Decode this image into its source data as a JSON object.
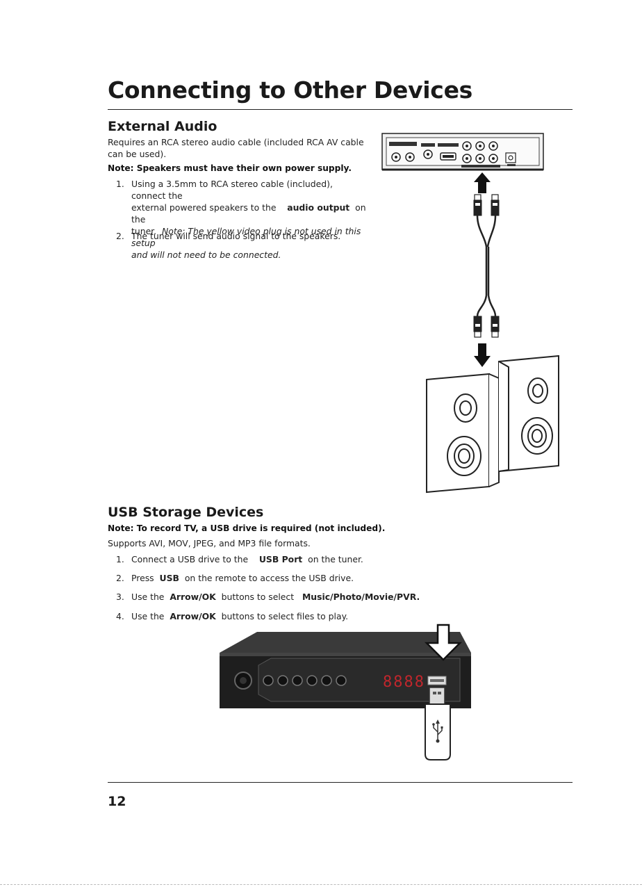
{
  "page": {
    "title": "Connecting to Other Devices",
    "number": "12"
  },
  "external_audio": {
    "heading": "External Audio",
    "intro": "Requires an RCA stereo audio cable (included RCA AV cable can be used).",
    "note": "Note: Speakers must have their own power supply.",
    "steps": [
      {
        "num": "1.",
        "line1": "Using a 3.5mm to RCA stereo cable (included), connect the",
        "line2_pre": "external powered speakers to the",
        "line2_bold": "audio output",
        "line2_post": "on the",
        "line3_pre": "tuner.",
        "line3_italic": "Note: The yellow video plug is not used in this setup",
        "line4_italic": "and will not need to be connected."
      },
      {
        "num": "2.",
        "text": "The tuner will send audio signal to the speakers."
      }
    ]
  },
  "usb_storage": {
    "heading": "USB Storage Devices",
    "note": "Note: To record TV, a USB drive is required (not included).",
    "intro": "Supports AVI, MOV, JPEG, and MP3 file formats.",
    "steps": [
      {
        "num": "1.",
        "pre": "Connect a USB drive to the",
        "bold": "USB Port",
        "post": "on the tuner."
      },
      {
        "num": "2.",
        "pre": "Press",
        "bold": "USB",
        "post": "on the remote to access the USB drive."
      },
      {
        "num": "3.",
        "pre": "Use the",
        "bold": "Arrow/OK",
        "post": "buttons to select",
        "bold2": "Music/Photo/Movie/PVR."
      },
      {
        "num": "4.",
        "pre": "Use the",
        "bold": "Arrow/OK",
        "post": "buttons to select files to play."
      }
    ]
  },
  "tuner_display": "8888",
  "colors": {
    "text": "#1a1a1a",
    "rule": "#222222",
    "tuner_body": "#1e1e1e",
    "led": "#c0262c"
  }
}
